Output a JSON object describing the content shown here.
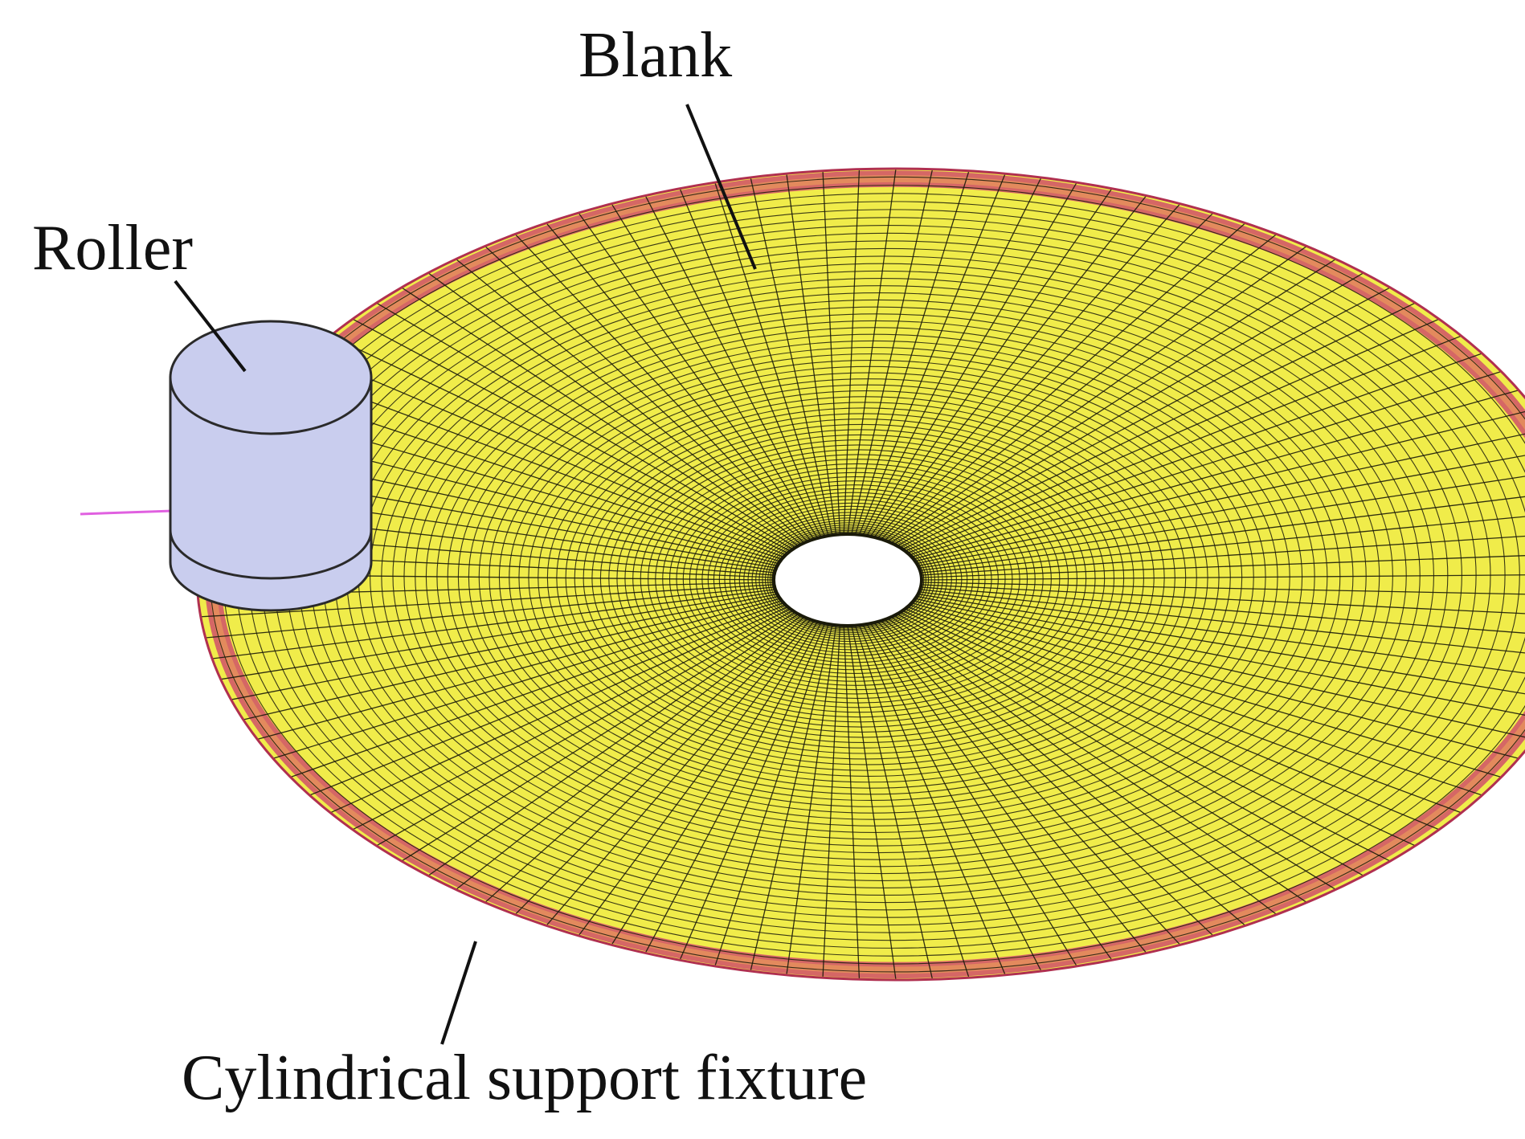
{
  "labels": {
    "blank": "Blank",
    "roller": "Roller",
    "fixture": "Cylindrical support fixture"
  },
  "colors": {
    "blank_fill": "#f0ec4a",
    "mesh_line": "#1a1a0a",
    "fixture_ring": "#d0506a",
    "fixture_accent": "#e89a5a",
    "roller_fill": "#c9cdee",
    "roller_outline": "#2a2a2a",
    "axis_line": "#e060e0",
    "leader_line": "#111111",
    "text": "#111111"
  },
  "mesh": {
    "radial_divisions": 120,
    "ring_count": 70
  }
}
